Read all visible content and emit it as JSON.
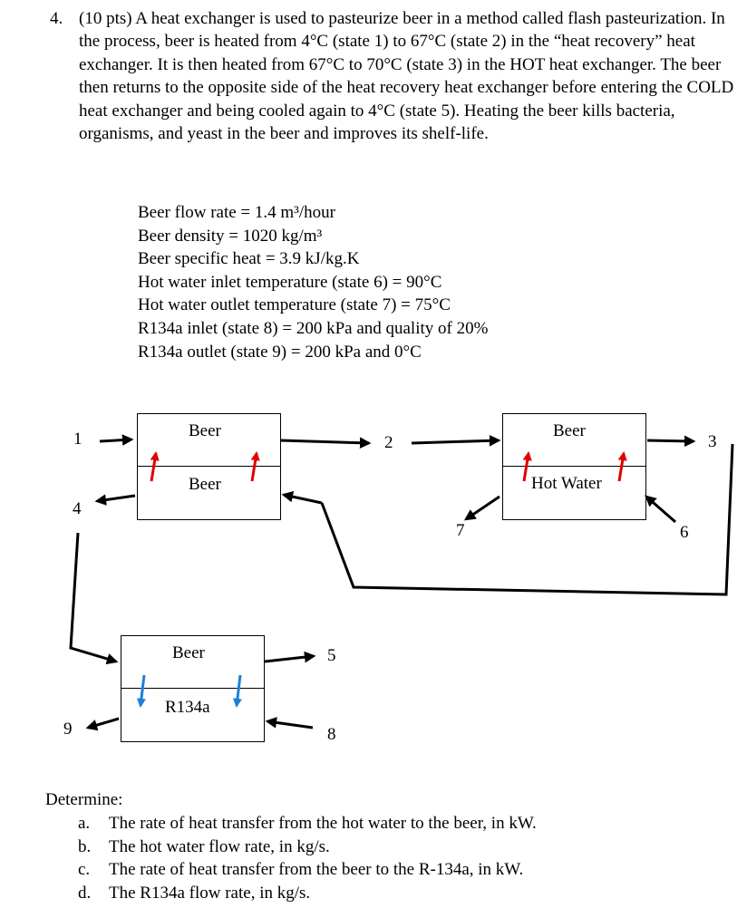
{
  "problem": {
    "number": "4.",
    "text": "(10 pts) A heat exchanger is used to pasteurize beer in a method called flash pasteurization. In the process, beer is heated from 4°C (state 1) to 67°C (state 2) in the “heat recovery” heat exchanger. It is then heated from 67°C to 70°C (state 3) in the HOT heat exchanger. The beer then returns to the opposite side of the heat recovery heat exchanger before entering the COLD heat exchanger and being cooled again to 4°C (state 5). Heating the beer kills bacteria, organisms, and yeast in the beer and improves its shelf-life."
  },
  "parameters": [
    "Beer flow rate = 1.4 m³/hour",
    "Beer density = 1020 kg/m³",
    "Beer specific heat = 3.9 kJ/kg.K",
    "Hot water inlet temperature (state 6) = 90°C",
    "Hot water outlet temperature (state 7) = 75°C",
    "R134a inlet (state 8) = 200 kPa and quality of 20%",
    "R134a outlet (state 9) = 200 kPa and 0°C"
  ],
  "diagram": {
    "recovery": {
      "top_label": "Beer",
      "bottom_label": "Beer"
    },
    "hot": {
      "top_label": "Beer",
      "bottom_label": "Hot Water"
    },
    "cold": {
      "top_label": "Beer",
      "bottom_label": "R134a"
    },
    "states": {
      "s1": "1",
      "s2": "2",
      "s3": "3",
      "s4": "4",
      "s5": "5",
      "s6": "6",
      "s7": "7",
      "s8": "8",
      "s9": "9"
    },
    "colors": {
      "heating_arrow": "#e00000",
      "cooling_arrow": "#1f7fd8",
      "flow_arrow": "#000000"
    }
  },
  "determine": {
    "heading": "Determine:",
    "questions": [
      {
        "letter": "a.",
        "text": "The rate of heat transfer from the hot water to the beer, in kW."
      },
      {
        "letter": "b.",
        "text": "The hot water flow rate, in kg/s."
      },
      {
        "letter": "c.",
        "text": "The rate of heat transfer from the beer to the R-134a, in kW."
      },
      {
        "letter": "d.",
        "text": "The R134a flow rate, in kg/s."
      }
    ]
  }
}
